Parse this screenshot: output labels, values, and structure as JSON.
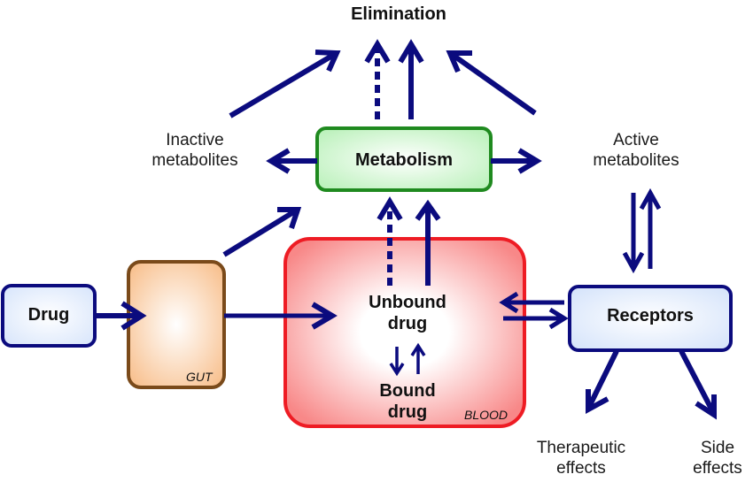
{
  "diagram": {
    "title": "Elimination",
    "nodes": {
      "drug": {
        "label": "Drug"
      },
      "gut": {
        "tag": "GUT"
      },
      "blood": {
        "tag": "BLOOD"
      },
      "unbound": {
        "label_line1": "Unbound",
        "label_line2": "drug"
      },
      "bound": {
        "label_line1": "Bound",
        "label_line2": "drug"
      },
      "metabolism": {
        "label": "Metabolism"
      },
      "receptors": {
        "label": "Receptors"
      },
      "inactive": {
        "label_line1": "Inactive",
        "label_line2": "metabolites"
      },
      "active": {
        "label_line1": "Active",
        "label_line2": "metabolites"
      },
      "therapeutic": {
        "label_line1": "Therapeutic",
        "label_line2": "effects"
      },
      "side": {
        "label_line1": "Side",
        "label_line2": "effects"
      }
    },
    "edges": [
      {
        "from": "Drug",
        "to": "GUT",
        "style": "solid"
      },
      {
        "from": "GUT",
        "to": "Unbound drug",
        "style": "solid"
      },
      {
        "from": "GUT",
        "to": "Metabolism",
        "style": "solid"
      },
      {
        "from": "Unbound drug",
        "to": "Metabolism",
        "style": "solid"
      },
      {
        "from": "Unbound drug",
        "to": "Metabolism",
        "style": "dotted"
      },
      {
        "from": "Unbound drug",
        "to": "Bound drug",
        "style": "solid"
      },
      {
        "from": "Bound drug",
        "to": "Unbound drug",
        "style": "solid"
      },
      {
        "from": "Unbound drug",
        "to": "Receptors",
        "style": "solid"
      },
      {
        "from": "Receptors",
        "to": "Unbound drug",
        "style": "solid"
      },
      {
        "from": "Metabolism",
        "to": "Inactive metabolites",
        "style": "solid"
      },
      {
        "from": "Metabolism",
        "to": "Active metabolites",
        "style": "solid"
      },
      {
        "from": "Metabolism",
        "to": "Elimination",
        "style": "solid"
      },
      {
        "from": "Metabolism",
        "to": "Elimination",
        "style": "dotted"
      },
      {
        "from": "Inactive metabolites",
        "to": "Elimination",
        "style": "solid"
      },
      {
        "from": "Active metabolites",
        "to": "Elimination",
        "style": "solid"
      },
      {
        "from": "Active metabolites",
        "to": "Receptors",
        "style": "solid"
      },
      {
        "from": "Receptors",
        "to": "Active metabolites",
        "style": "solid"
      },
      {
        "from": "Receptors",
        "to": "Therapeutic effects",
        "style": "solid"
      },
      {
        "from": "Receptors",
        "to": "Side effects",
        "style": "solid"
      }
    ],
    "colors": {
      "arrow": "#0b0b7e",
      "drug_border": "#0b0b7e",
      "gut_border": "#7a4a1a",
      "gut_fill": "#f9c99a",
      "blood_border": "#ee1c24",
      "blood_fill": "#f99595",
      "metabolism_border": "#1f8a1f",
      "metabolism_fill": "#bff2bf",
      "receptor_border": "#0b0b7e",
      "receptor_fill": "#dbe7fb"
    }
  }
}
